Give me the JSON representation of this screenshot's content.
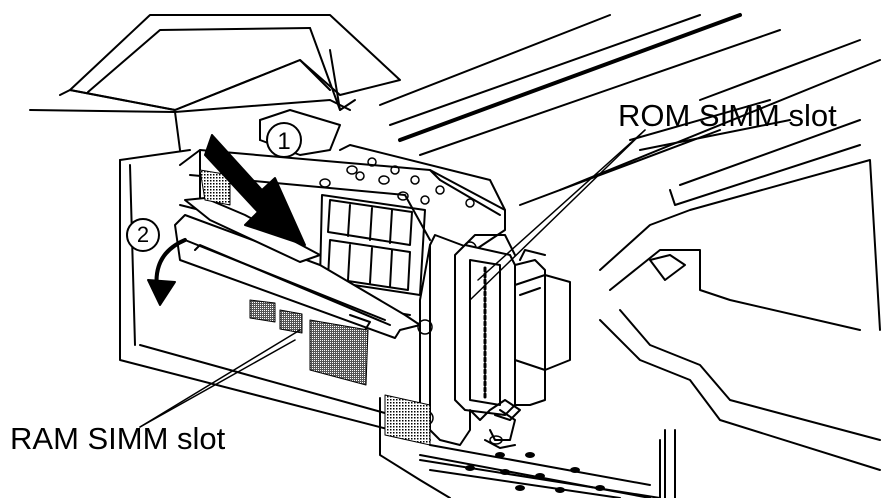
{
  "labels": {
    "rom_slot": "ROM SIMM slot",
    "ram_slot": "RAM SIMM slot",
    "step_1": "1",
    "step_2": "2"
  },
  "colors": {
    "line": "#000000",
    "background": "#ffffff",
    "hatch": "#888888"
  }
}
